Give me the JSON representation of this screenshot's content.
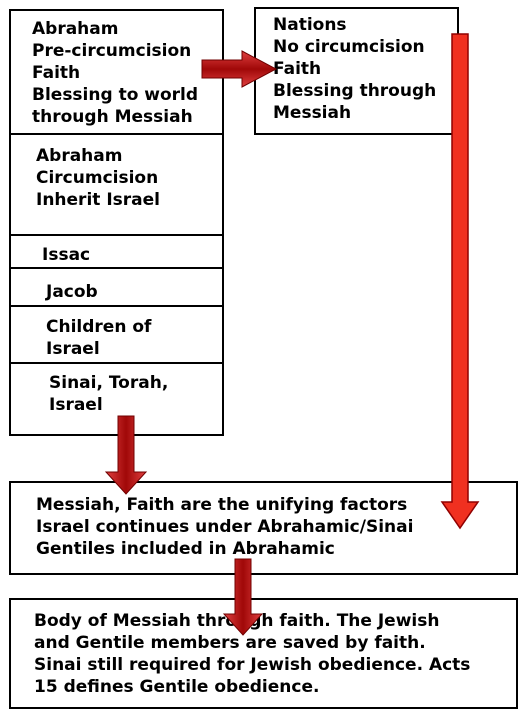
{
  "left_column": [
    {
      "id": "abraham-faith",
      "lines": "Abraham\nPre-circumcision\nFaith\nBlessing to world\nthrough Messiah"
    },
    {
      "id": "abraham-circumcision",
      "lines": "Abraham\nCircumcision\nInherit Israel"
    },
    {
      "id": "issac",
      "lines": "Issac"
    },
    {
      "id": "jacob",
      "lines": "Jacob"
    },
    {
      "id": "children-of-israel",
      "lines": "Children of\nIsrael"
    },
    {
      "id": "sinai",
      "lines": "Sinai, Torah,\nIsrael"
    }
  ],
  "nations_box": {
    "lines": "Nations\nNo circumcision\nFaith\nBlessing through\nMessiah"
  },
  "messiah_box": {
    "lines": "Messiah, Faith are the unifying factors\nIsrael continues under Abrahamic/Sinai\nGentiles included in Abrahamic"
  },
  "body_box": {
    "lines": "Body of Messiah through faith. The Jewish\nand Gentile members are saved by faith.\nSinai still required for Jewish obedience. Acts\n15 defines Gentile obedience."
  },
  "colors": {
    "arrow_dark_red": "#b01010",
    "arrow_bright_red": "#f03020",
    "border": "#000000"
  }
}
